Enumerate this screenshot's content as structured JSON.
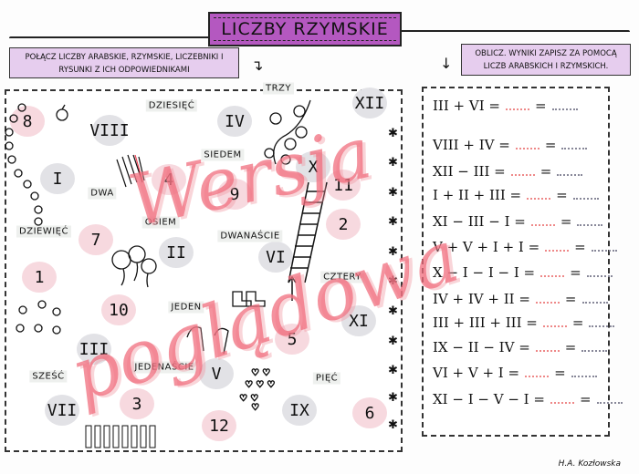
{
  "header": {
    "title": "LICZBY RZYMSKIE"
  },
  "instructions": {
    "left": "POŁĄCZ LICZBY ARABSKIE, RZYMSKIE, LICZEBNIKI I RYSUNKI Z ICH ODPOWIEDNIKAMI",
    "right": "OBLICZ. WYNIKI ZAPISZ ZA POMOCĄ LICZB ARABSKICH I RZYMSKICH."
  },
  "matching": {
    "arabic": [
      "8",
      "4",
      "9",
      "11",
      "7",
      "2",
      "1",
      "10",
      "5",
      "3",
      "6",
      "12"
    ],
    "roman": [
      "VIII",
      "IV",
      "XII",
      "I",
      "X",
      "II",
      "VI",
      "XI",
      "III",
      "V",
      "VII",
      "IX"
    ],
    "words": [
      "DZIESIĘĆ",
      "TRZY",
      "SIEDEM",
      "DWA",
      "DZIEWIĘĆ",
      "OSIEM",
      "DWANAŚCIE",
      "CZTERY",
      "JEDEN",
      "JEDENAŚCIE",
      "SZEŚĆ",
      "PIĘĆ"
    ],
    "pictures": [
      "beads-chain-icon",
      "apple-icon",
      "pencils-icon",
      "flower-vine-icon",
      "ladder-icon",
      "balloons-icon",
      "candies-icon",
      "boots-icon",
      "hands-icon",
      "hearts-icon",
      "candles-icon",
      "ants-icon"
    ]
  },
  "equations": [
    "III + VI =",
    "VIII + IV =",
    "XII − III =",
    "I + II + III =",
    "XI − III − I =",
    "V + V + I + I =",
    "X − I − I − I =",
    "IV + IV + II =",
    "III + III + III =",
    "IX − II − IV =",
    "VI + V + I =",
    "XI − I − V − I ="
  ],
  "equals_sign": "=",
  "watermark": [
    "Wersja",
    "poglądowa"
  ],
  "signature": "H.A. Kozłowska",
  "colors": {
    "title_bg": "#b458c0",
    "instr_bg": "#e6cdee",
    "pink_blob": "#f7d9df",
    "gray_blob": "#e2e2e6",
    "watermark": "#f06e7d"
  }
}
